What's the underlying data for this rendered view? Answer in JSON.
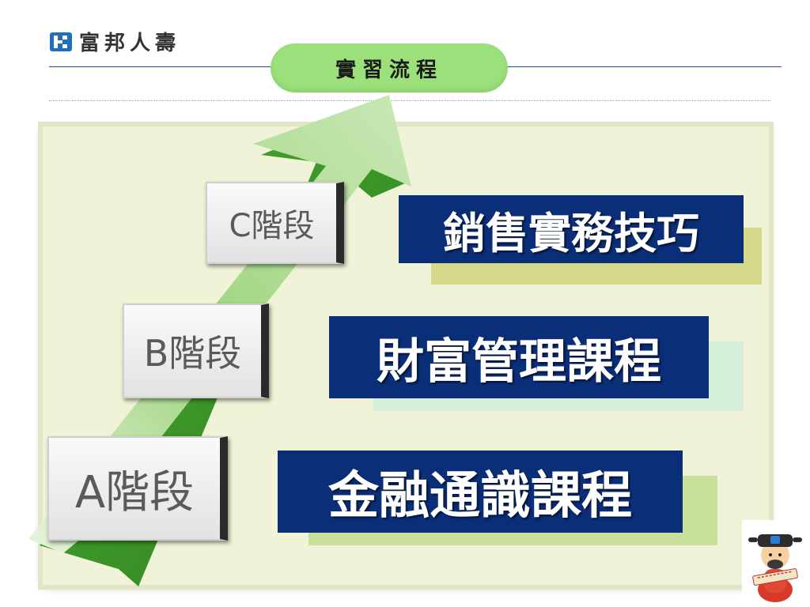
{
  "brand": {
    "name": "富邦人壽",
    "mark_color": "#1e6fc0"
  },
  "title": "實習流程",
  "stages": [
    {
      "id": "c",
      "label": "C階段"
    },
    {
      "id": "b",
      "label": "B階段"
    },
    {
      "id": "a",
      "label": "A階段"
    }
  ],
  "courses": [
    {
      "id": "sales",
      "label": "銷售實務技巧"
    },
    {
      "id": "wealth",
      "label": "財富管理課程"
    },
    {
      "id": "finance",
      "label": "金融通識課程"
    }
  ],
  "colors": {
    "pill": "#9be07a",
    "course_bg": "#0b2e78",
    "arrow": "#4caf32",
    "panel": "#f1f3d8"
  }
}
